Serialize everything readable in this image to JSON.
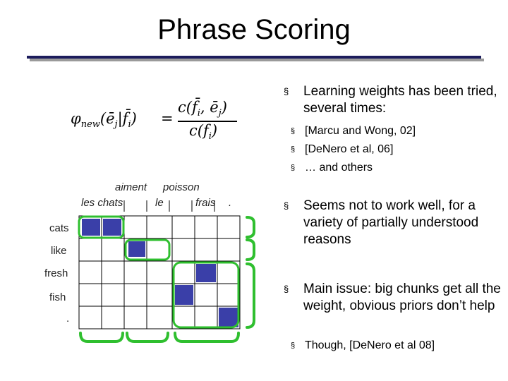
{
  "slide": {
    "title": "Phrase Scoring"
  },
  "formula": {
    "lhs": "φnew(ē j | f̄ i)",
    "eq": "=",
    "numerator": "c(f̄ i, ē j)",
    "denominator": "c(f̄ i)"
  },
  "grid": {
    "column_labels": [
      "aiment",
      "poisson",
      "les chats",
      "le",
      "frais",
      "."
    ],
    "row_labels": [
      "cats",
      "like",
      "fresh",
      "fish",
      "."
    ],
    "fill_color": "#3a3fa8",
    "highlight_color": "#2fbf2f"
  },
  "bullets": [
    {
      "text": "Learning weights has been tried, several times:",
      "sub": [
        "[Marcu and Wong, 02]",
        "[DeNero et al, 06]",
        "… and others"
      ]
    },
    {
      "text": "Seems not to work well, for a variety of partially understood reasons",
      "sub": []
    },
    {
      "text": "Main issue: big chunks get all the weight, obvious priors don’t help",
      "sub": [
        "Though, [DeNero et al 08]"
      ]
    }
  ],
  "bullet_marker": "§"
}
